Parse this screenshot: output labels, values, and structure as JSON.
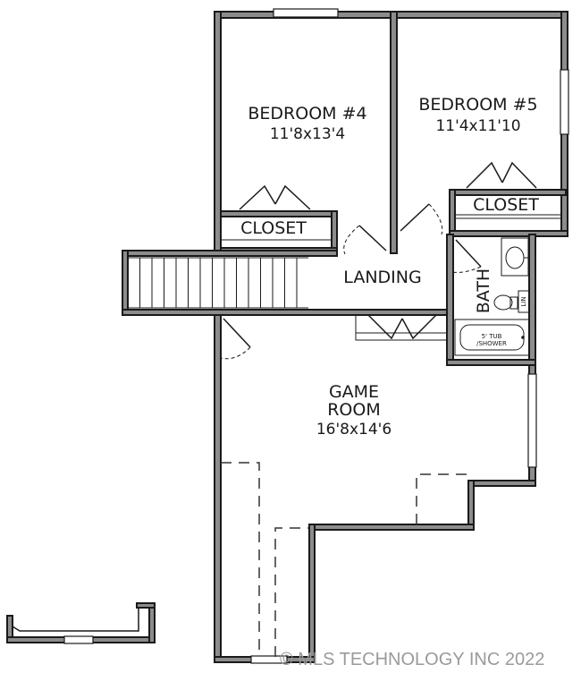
{
  "rooms": {
    "bedroom4": {
      "name": "BEDROOM #4",
      "size": "11'8x13'4"
    },
    "bedroom5": {
      "name": "BEDROOM #5",
      "size": "11'4x11'10"
    },
    "closet_left": "CLOSET",
    "closet_right": "CLOSET",
    "landing": "LANDING",
    "bath": "BATH",
    "tub": "5' TUB",
    "tub2": "/SHOWER",
    "lin": "LIN",
    "game_room": {
      "line1": "GAME",
      "line2": "ROOM",
      "size": "16'8x14'6"
    }
  },
  "watermark": "© MLS TECHNOLOGY INC 2022"
}
